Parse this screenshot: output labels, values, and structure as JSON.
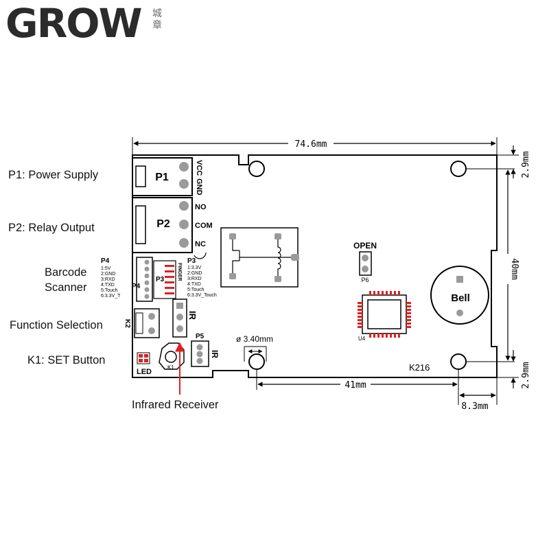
{
  "logo": {
    "brand": "GROW",
    "seal_chars": [
      "城",
      "章"
    ]
  },
  "labels": {
    "p1": "P1: Power Supply",
    "p2": "P2: Relay Output",
    "barcode_line1": "Barcode",
    "barcode_line2": "Scanner",
    "function_selection": "Function Selection",
    "k1": "K1: SET Button",
    "infrared_receiver": "Infrared Receiver"
  },
  "dimensions": {
    "width": "74.6mm",
    "height": "40mm",
    "top_offset": "2.9mm",
    "bottom_offset": "2.9mm",
    "hole_distance": "41mm",
    "corner_offset": "8.3mm",
    "hole_diameter": "ø 3.40mm"
  },
  "board": {
    "p1_name": "P1",
    "p2_name": "P2",
    "pins_p1": [
      "VCC",
      "GND"
    ],
    "pins_p2": [
      "NO",
      "COM",
      "NC"
    ],
    "p4_name": "P4",
    "p4_pins": [
      "1:5V",
      "2:GND",
      "3:RXD",
      "4:TXD",
      "5:Touch",
      "6:3.3V_T"
    ],
    "p3_name": "P3",
    "p3_pins": [
      "1:3.3V",
      "2:GND",
      "3:RXD",
      "4:TXD",
      "5:Touch",
      "6:3.3V_Touch"
    ],
    "finger_label": "FINGER",
    "open_label": "OPEN",
    "p6_label": "P6",
    "bell_label": "Bell",
    "k2_label": "K2",
    "ir_label": "IR",
    "p5_label": "P5",
    "ir_label2": "IR",
    "led_label": "LED",
    "k1_label": "K1",
    "u4_label": "U4",
    "model_label": "K216"
  },
  "colors": {
    "red": "#e02020",
    "gray": "#9a9a9a",
    "line": "#000000"
  }
}
